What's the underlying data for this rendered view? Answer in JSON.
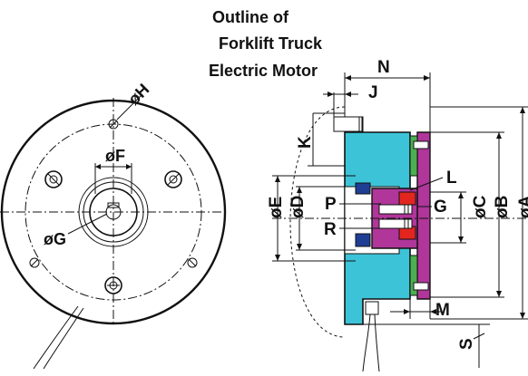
{
  "title_lines": [
    "Outline of",
    "Forklift Truck",
    "Electric Motor"
  ],
  "front_labels": {
    "phiH": "øH",
    "phiF": "øF",
    "phiG": "øG"
  },
  "side_labels": {
    "N": "N",
    "J": "J",
    "K": "K",
    "L": "L",
    "P": "P",
    "G": "G",
    "R": "R",
    "M": "M",
    "S": "S",
    "phiE": "øE",
    "phiD": "øD",
    "phiC": "øC",
    "phiB": "øB",
    "phiA": "øA"
  },
  "colors": {
    "cyan": "#3dc3d8",
    "magenta": "#b0369a",
    "green": "#4caf50",
    "red": "#e2261f",
    "navy": "#1f3f95",
    "line": "#111111"
  }
}
